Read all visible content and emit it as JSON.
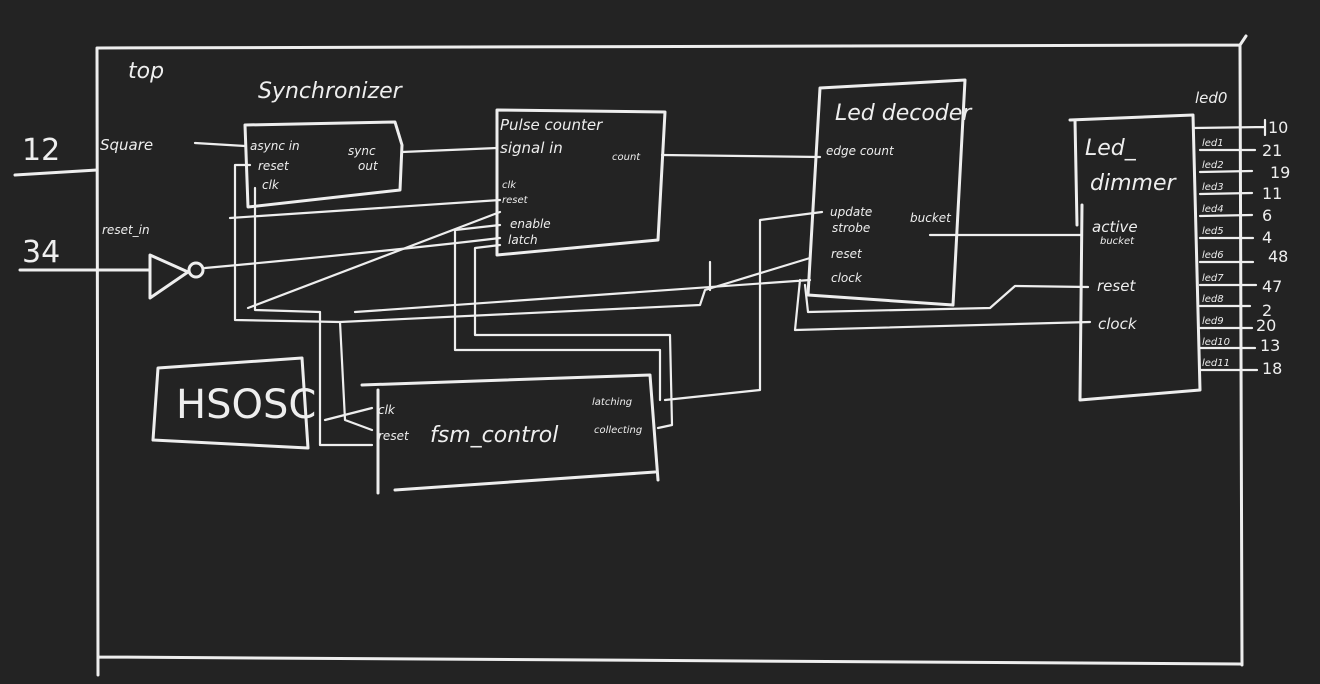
{
  "colors": {
    "background": "#232323",
    "ink": "#eeeeee"
  },
  "top": {
    "label": "top"
  },
  "inputs": {
    "pin_square": "12",
    "pin_reset": "34",
    "square": "Square",
    "reset_in": "reset_in"
  },
  "synchronizer": {
    "title": "Synchronizer",
    "async_in": "async in",
    "reset": "reset",
    "clk": "clk",
    "sync_out_1": "sync",
    "sync_out_2": "out"
  },
  "pulse_counter": {
    "title": "Pulse counter",
    "signal_in": "signal in",
    "count": "count",
    "clk": "clk",
    "reset": "reset",
    "enable": "enable",
    "latch": "latch"
  },
  "led_decoder": {
    "title": "Led decoder",
    "edge_count": "edge count",
    "update": "update",
    "strobe": "strobe",
    "reset": "reset",
    "clock": "clock",
    "bucket": "bucket"
  },
  "led_dimmer": {
    "title_1": "Led_",
    "title_2": "dimmer",
    "active": "active",
    "bucket": "bucket",
    "reset": "reset",
    "clock": "clock"
  },
  "hsosc": {
    "label": "HSOSC"
  },
  "fsm_control": {
    "title": "fsm_control",
    "clk": "clk",
    "reset": "reset",
    "latching": "latching",
    "collecting": "collecting"
  },
  "leds": [
    {
      "name": "led0",
      "pin": "10"
    },
    {
      "name": "led1",
      "pin": "21"
    },
    {
      "name": "led2",
      "pin": "19"
    },
    {
      "name": "led3",
      "pin": "11"
    },
    {
      "name": "led4",
      "pin": "6"
    },
    {
      "name": "led5",
      "pin": "4"
    },
    {
      "name": "led6",
      "pin": "48"
    },
    {
      "name": "led7",
      "pin": "47"
    },
    {
      "name": "led8",
      "pin": "2"
    },
    {
      "name": "led9",
      "pin": "20"
    },
    {
      "name": "led10",
      "pin": "13"
    },
    {
      "name": "led11",
      "pin": "18"
    }
  ]
}
